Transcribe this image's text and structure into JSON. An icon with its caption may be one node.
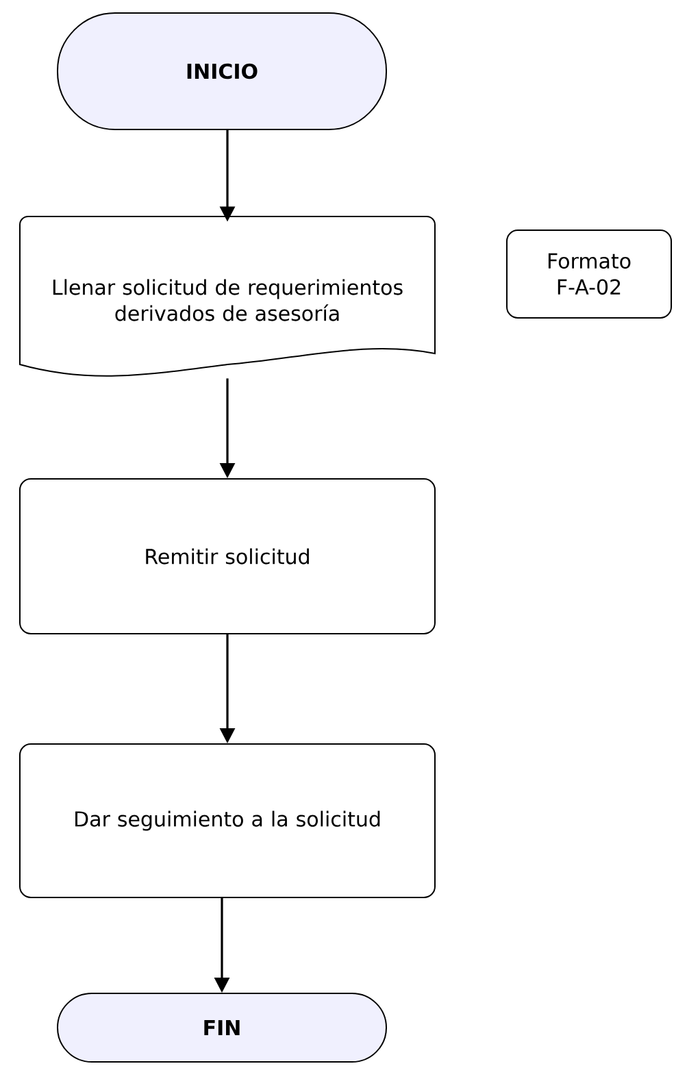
{
  "diagram": {
    "nodes": [
      {
        "text": [
          "INICIO"
        ]
      },
      {
        "text": [
          "Llenar solicitud de requerimientos derivados de asesoría"
        ]
      },
      {
        "text": [
          "Formato F-A-02"
        ]
      },
      {
        "text": [
          "Remitir solicitud"
        ]
      },
      {
        "text": [
          "Dar seguimiento a la solicitud"
        ]
      },
      {
        "text": [
          "FIN"
        ]
      }
    ],
    "edges": [
      {
        "from": 0,
        "to": 1,
        "arrow": "to"
      },
      {
        "from": 1,
        "to": 3,
        "arrow": "to"
      },
      {
        "from": 3,
        "to": 4,
        "arrow": "to"
      },
      {
        "from": 4,
        "to": 5,
        "arrow": "to"
      }
    ]
  }
}
